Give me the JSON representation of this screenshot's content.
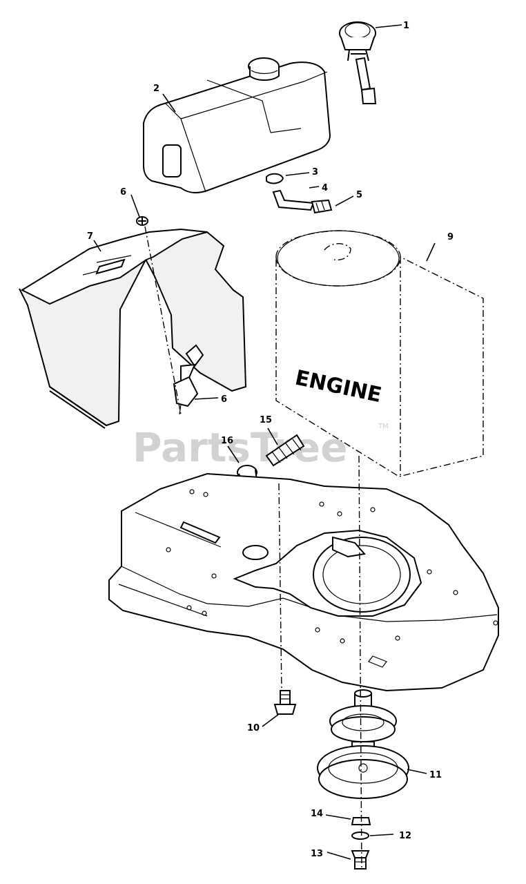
{
  "watermark": {
    "text": "PartsTree",
    "trademark": "TM"
  },
  "engine_label": "ENGINE",
  "callouts": [
    {
      "id": "c1",
      "label": "1"
    },
    {
      "id": "c2",
      "label": "2"
    },
    {
      "id": "c3",
      "label": "3"
    },
    {
      "id": "c4",
      "label": "4"
    },
    {
      "id": "c5",
      "label": "5"
    },
    {
      "id": "c6a",
      "label": "6"
    },
    {
      "id": "c6b",
      "label": "6"
    },
    {
      "id": "c7",
      "label": "7"
    },
    {
      "id": "c9",
      "label": "9"
    },
    {
      "id": "c10",
      "label": "10"
    },
    {
      "id": "c11",
      "label": "11"
    },
    {
      "id": "c12",
      "label": "12"
    },
    {
      "id": "c13",
      "label": "13"
    },
    {
      "id": "c14",
      "label": "14"
    },
    {
      "id": "c15",
      "label": "15"
    },
    {
      "id": "c16",
      "label": "16"
    }
  ]
}
